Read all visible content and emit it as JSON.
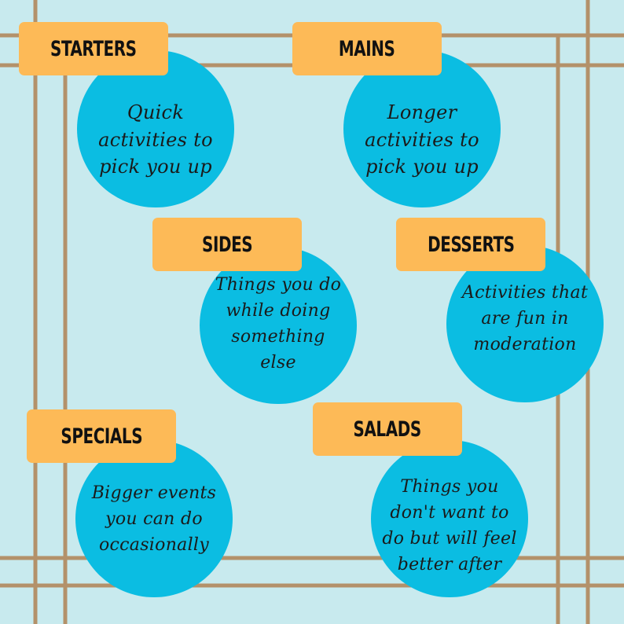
{
  "colors": {
    "background": "#c8eaee",
    "frame_line": "#b3916a",
    "label_fill": "#fdba57",
    "bubble_fill": "#0bbde2"
  },
  "menu": [
    {
      "id": "starters",
      "title": "STARTERS",
      "description": "Quick activities to pick you up"
    },
    {
      "id": "mains",
      "title": "MAINS",
      "description": "Longer activities to pick you up"
    },
    {
      "id": "sides",
      "title": "SIDES",
      "description": "Things you do while doing something else"
    },
    {
      "id": "desserts",
      "title": "DESSERTS",
      "description": "Activities that are fun in moderation"
    },
    {
      "id": "specials",
      "title": "SPECIALS",
      "description": "Bigger events you can do occasionally"
    },
    {
      "id": "salads",
      "title": "SALADS",
      "description": "Things you don't want to do but will feel better after"
    }
  ]
}
